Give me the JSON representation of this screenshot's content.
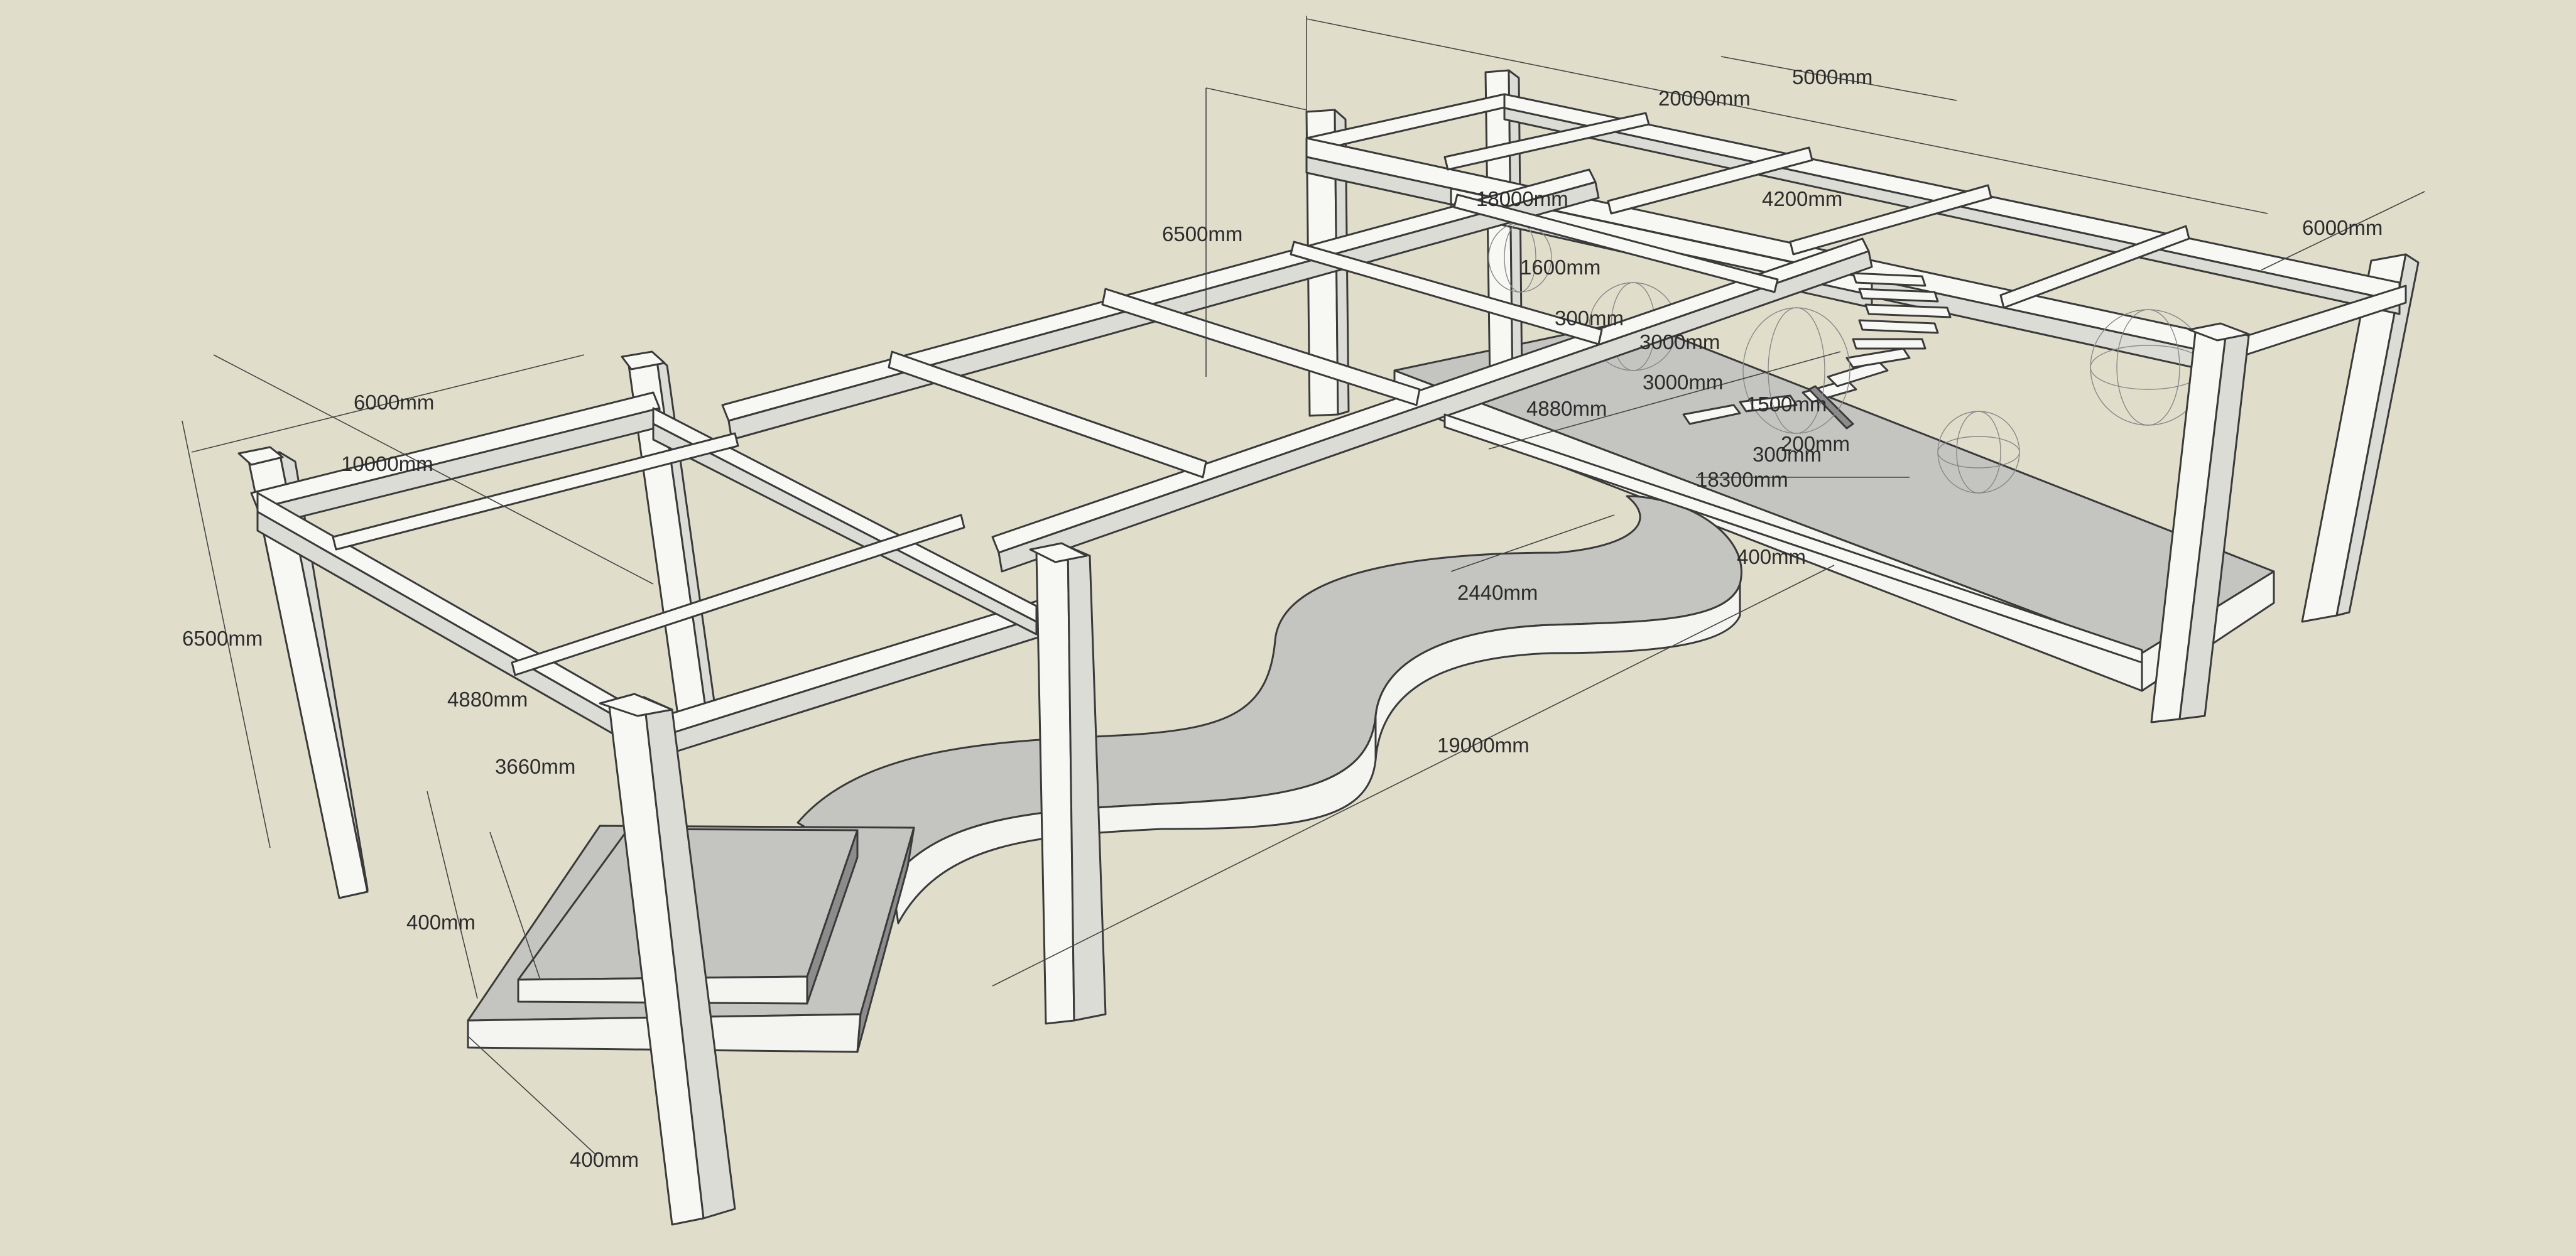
{
  "dimensions": {
    "d_20000": "20000mm",
    "d_5000": "5000mm",
    "d_6500_back": "6500mm",
    "d_18000": "18000mm",
    "d_4200": "4200mm",
    "d_6000_right": "6000mm",
    "d_1600": "1600mm",
    "d_300_a": "300mm",
    "d_3000_a": "3000mm",
    "d_3000_b": "3000mm",
    "d_4880_mid": "4880mm",
    "d_1500": "1500mm",
    "d_200": "200mm",
    "d_300_b": "300mm",
    "d_18300": "18300mm",
    "d_6000_left": "6000mm",
    "d_10000": "10000mm",
    "d_6500_left": "6500mm",
    "d_2440": "2440mm",
    "d_400_mid": "400mm",
    "d_19000": "19000mm",
    "d_4880_left": "4880mm",
    "d_3660": "3660mm",
    "d_400_left": "400mm",
    "d_400_bottom": "400mm"
  },
  "colors": {
    "background": "#e0decb",
    "beam": "#f7f7f4",
    "slab": "#c4c4c1",
    "line": "#3a3a3a"
  }
}
